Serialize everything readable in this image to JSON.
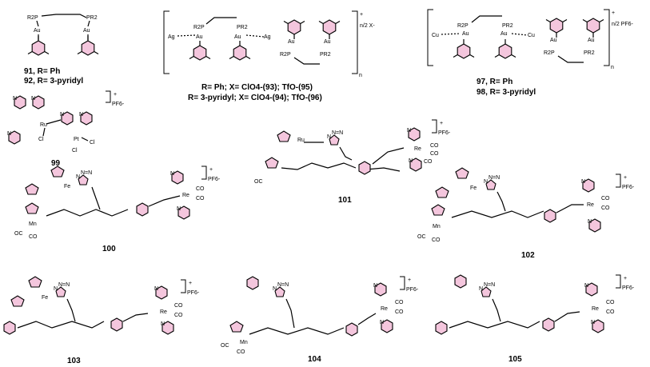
{
  "captions": {
    "c91": "91, R= Ph",
    "c92": "92, R= 3-pyridyl",
    "c93": "R= Ph; X= ClO4-(93); TfO-(95)",
    "c94": "R= 3-pyridyl; X= ClO4-(94); TfO-(96)",
    "c97": "97, R= Ph",
    "c98": "98, R= 3-pyridyl",
    "c99": "99",
    "c100": "100",
    "c101": "101",
    "c102": "102",
    "c103": "103",
    "c104": "104",
    "c105": "105"
  },
  "counterions": {
    "x93": "n/2  X-",
    "x97": "n/2  PF6-",
    "pf6": "PF6-"
  },
  "charges": {
    "plus": "+",
    "n": "n"
  },
  "atoms": {
    "r2p": "R2P",
    "pr2": "PR2",
    "au": "Au",
    "ag": "Ag",
    "cu": "Cu",
    "ru": "Ru",
    "pt": "Pt",
    "cl": "Cl",
    "fe": "Fe",
    "mn": "Mn",
    "re": "Re",
    "co": "CO",
    "oc": "OC",
    "n": "N"
  },
  "colors": {
    "ring_fill": "#f4c6dd",
    "ink": "#000000",
    "background": "#ffffff"
  }
}
